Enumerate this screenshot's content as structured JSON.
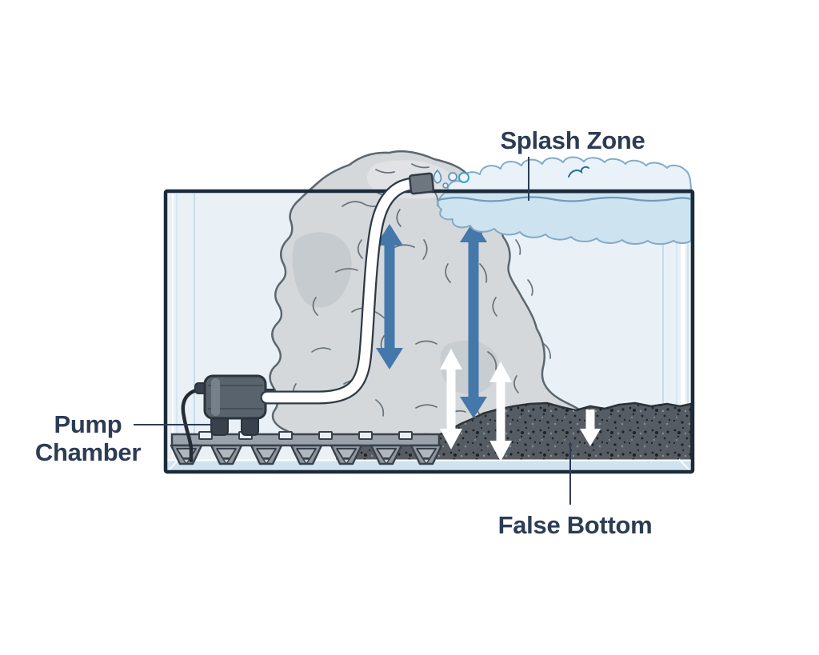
{
  "diagram": {
    "type": "paludarium-cross-section",
    "labels": {
      "splash_zone": "Splash Zone",
      "pump_chamber_line1": "Pump",
      "pump_chamber_line2": "Chamber",
      "false_bottom": "False Bottom"
    },
    "components": [
      {
        "name": "tank",
        "description": "glass aquarium tank outline"
      },
      {
        "name": "rock-structure",
        "description": "large gray rock inside tank"
      },
      {
        "name": "spray-nozzle",
        "description": "outlet nozzle at top of rock"
      },
      {
        "name": "pump",
        "description": "water pump sitting on false bottom grid"
      },
      {
        "name": "pump-tube",
        "description": "white tube from pump up through rock to nozzle"
      },
      {
        "name": "false-bottom-grid",
        "description": "egg-crate platform with trapezoid legs"
      },
      {
        "name": "substrate",
        "description": "dark speckled substrate layer on right"
      },
      {
        "name": "splash-foam",
        "description": "foamy water surface at splash zone"
      }
    ],
    "arrows": {
      "blue_double_headed_vertical": 2,
      "white_double_headed_vertical": 2,
      "white_single_down": 1
    },
    "colors": {
      "label_text": "#2d3c55",
      "tank_border": "#1d2a38",
      "tank_water": "#e9f1f6",
      "foam_fill": "#cde3f0",
      "foam_outline": "#82aac7",
      "rock_fill": "#d4d8db",
      "rock_outline": "#5b666e",
      "substrate_fill": "#565c63",
      "grid_fill": "#8f979e",
      "pump_body": "#59636d",
      "arrow_blue": "#4478ab",
      "arrow_white": "#ffffff"
    }
  }
}
